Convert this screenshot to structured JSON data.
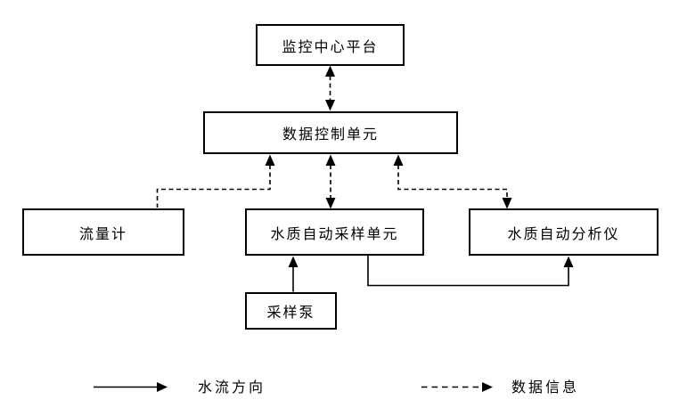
{
  "diagram": {
    "type": "flowchart",
    "background_color": "#ffffff",
    "line_color": "#000000",
    "nodes": {
      "monitoring_center": {
        "label": "监控中心平台"
      },
      "data_control": {
        "label": "数据控制单元"
      },
      "flow_meter": {
        "label": "流量计"
      },
      "sampling_unit": {
        "label": "水质自动采样单元"
      },
      "analyzer": {
        "label": "水质自动分析仪"
      },
      "sampling_pump": {
        "label": "采样泵"
      }
    },
    "edges": [
      {
        "from": "monitoring_center",
        "to": "data_control",
        "style": "dashed",
        "direction": "both",
        "meaning": "数据信息"
      },
      {
        "from": "flow_meter",
        "to": "data_control",
        "style": "dashed",
        "direction": "to",
        "meaning": "数据信息"
      },
      {
        "from": "sampling_unit",
        "to": "data_control",
        "style": "dashed",
        "direction": "both",
        "meaning": "数据信息"
      },
      {
        "from": "analyzer",
        "to": "data_control",
        "style": "dashed",
        "direction": "both",
        "meaning": "数据信息"
      },
      {
        "from": "sampling_pump",
        "to": "sampling_unit",
        "style": "solid",
        "direction": "to",
        "meaning": "水流方向"
      },
      {
        "from": "sampling_unit",
        "to": "analyzer",
        "style": "solid",
        "direction": "to",
        "meaning": "水流方向"
      }
    ],
    "legend": {
      "water_flow": {
        "label": "水流方向",
        "line_style": "solid"
      },
      "data_info": {
        "label": "数据信息",
        "line_style": "dashed"
      }
    }
  }
}
